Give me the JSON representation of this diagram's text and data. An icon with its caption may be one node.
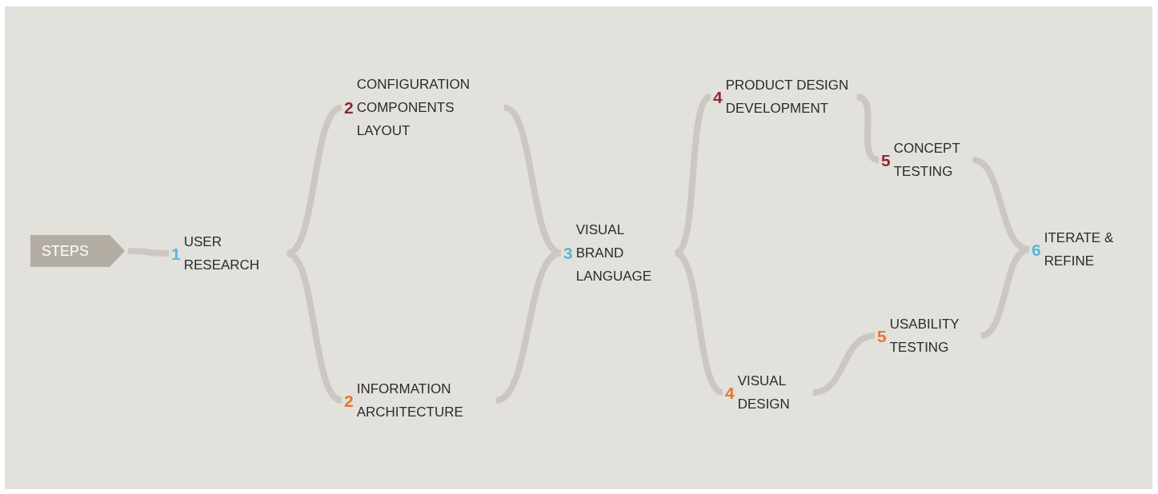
{
  "diagram": {
    "nodes": [
      {
        "text": [
          "STEPS"
        ]
      },
      {
        "text": [
          "1",
          "USER RESEARCH"
        ]
      },
      {
        "text": [
          "2",
          "CONFIGURATION COMPONENTS LAYOUT"
        ]
      },
      {
        "text": [
          "2",
          "INFORMATION ARCHITECTURE"
        ]
      },
      {
        "text": [
          "3",
          "VISUAL BRAND LANGUAGE"
        ]
      },
      {
        "text": [
          "4",
          "PRODUCT DESIGN DEVELOPMENT"
        ]
      },
      {
        "text": [
          "4",
          "VISUAL DESIGN"
        ]
      },
      {
        "text": [
          "5",
          "CONCEPT TESTING"
        ]
      },
      {
        "text": [
          "5",
          "USABILITY TESTING"
        ]
      },
      {
        "text": [
          "6",
          "ITERATE & REFINE"
        ]
      }
    ],
    "edges": [
      {
        "from": 0,
        "to": 1,
        "arrow": "none"
      },
      {
        "from": 1,
        "to": 2,
        "arrow": "none"
      },
      {
        "from": 1,
        "to": 3,
        "arrow": "none"
      },
      {
        "from": 2,
        "to": 4,
        "arrow": "none"
      },
      {
        "from": 3,
        "to": 4,
        "arrow": "none"
      },
      {
        "from": 4,
        "to": 5,
        "arrow": "none"
      },
      {
        "from": 4,
        "to": 6,
        "arrow": "none"
      },
      {
        "from": 5,
        "to": 7,
        "arrow": "none"
      },
      {
        "from": 6,
        "to": 8,
        "arrow": "none"
      },
      {
        "from": 7,
        "to": 9,
        "arrow": "none"
      },
      {
        "from": 8,
        "to": 9,
        "arrow": "none"
      }
    ]
  }
}
